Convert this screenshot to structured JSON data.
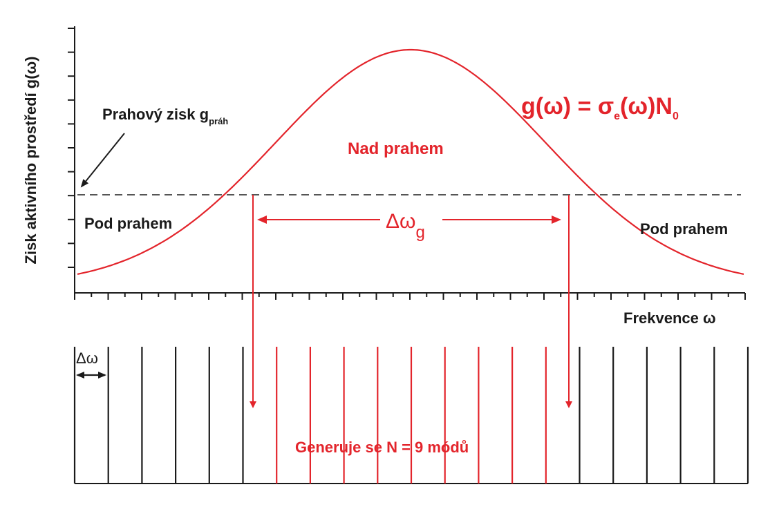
{
  "labels": {
    "y_axis": "Zisk aktivního prostředí g(ω)",
    "threshold_label_main": "Prahový zisk g",
    "threshold_label_sub": "práh",
    "formula_part1": "g(ω) = σ",
    "formula_sub_e": "e",
    "formula_part2": "(ω)N",
    "formula_sub_0": "0",
    "above_threshold": "Nad prahem",
    "below_threshold_left": "Pod prahem",
    "below_threshold_right": "Pod prahem",
    "bandwidth_main": "Δω",
    "bandwidth_sub": "g",
    "x_axis": "Frekvence ω",
    "mode_spacing": "Δω",
    "modes_generated": "Generuje se N = 9 módů"
  },
  "modes": {
    "total_lines": 21,
    "generated_count": 9
  },
  "colors": {
    "red": "#e3242b",
    "black": "#1a1a1a",
    "dashed": "#555555"
  }
}
